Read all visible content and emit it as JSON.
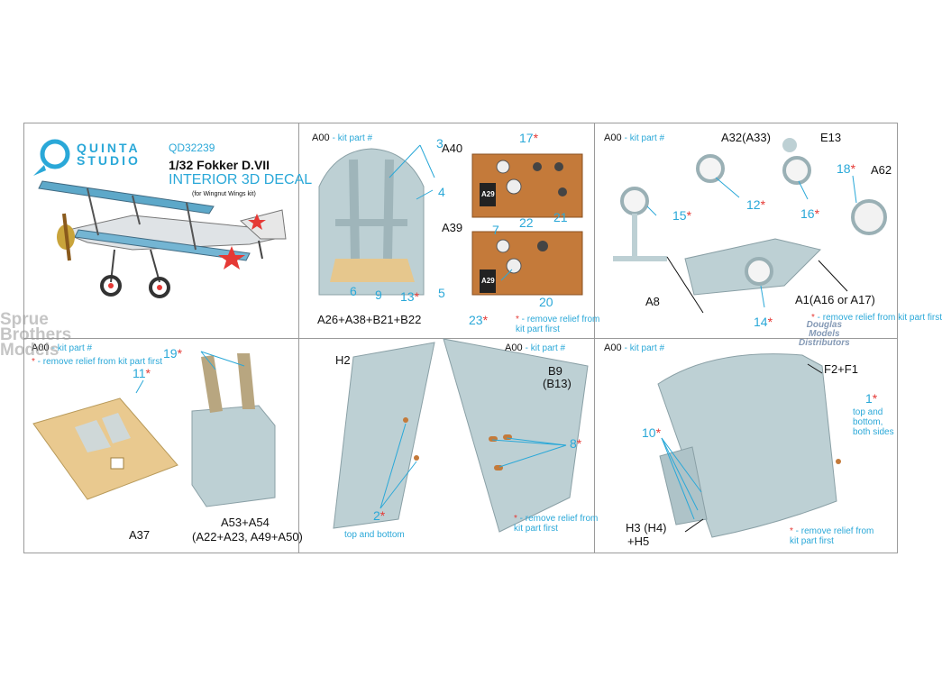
{
  "brand": {
    "line1": "QUINTA",
    "line2": "STUDIO"
  },
  "product": {
    "code": "QD32239",
    "scale_name": "1/32 Fokker D.VII",
    "type": "INTERIOR 3D DECAL",
    "kit_note": "(for Wingnut Wings kit)"
  },
  "legend": {
    "code": "A00",
    "text": "- kit part #",
    "remove": "- remove relief from kit part first",
    "remove_line1": "- remove relief from",
    "remove_line2": "kit part first"
  },
  "panel_seat": {
    "numbers": [
      "3",
      "4",
      "6",
      "9",
      "13",
      "5"
    ],
    "part": "A26+A38+B21+B22"
  },
  "panel_instruments": {
    "part_top": "A40",
    "part_bottom": "A39",
    "numbers": [
      "17",
      "7",
      "22",
      "21",
      "23",
      "20"
    ],
    "label_a29": "A29"
  },
  "panel_gauges": {
    "parts": [
      "A32(A33)",
      "E13",
      "A62",
      "A8",
      "A1(A16 or A17)"
    ],
    "numbers": [
      "15",
      "12",
      "16",
      "18",
      "14"
    ]
  },
  "panel_floor": {
    "numbers": [
      "11",
      "19"
    ],
    "part_floor": "A37",
    "part_seat": "A53+A54",
    "part_seat_alt": "(A22+A23, A49+A50)"
  },
  "panel_tail": {
    "parts": [
      "H2",
      "B9",
      "(B13)"
    ],
    "numbers": [
      "8",
      "2"
    ],
    "note": "top and bottom"
  },
  "panel_rudder": {
    "parts": [
      "F2+F1",
      "H3 (H4)",
      "+H5"
    ],
    "numbers": [
      "1",
      "10"
    ],
    "note_lines": [
      "top and",
      "bottom,",
      "both sides"
    ]
  },
  "watermarks": {
    "left": [
      "Sprue",
      "Brothers",
      "Models"
    ],
    "right": [
      "Douglas",
      "Models",
      "Distributors"
    ]
  },
  "colors": {
    "accent": "#2aa8d8",
    "star": "#e53935",
    "part": "#b9ccd0",
    "decal_wood": "#e9c98f",
    "panel_brown": "#c47a3a"
  }
}
